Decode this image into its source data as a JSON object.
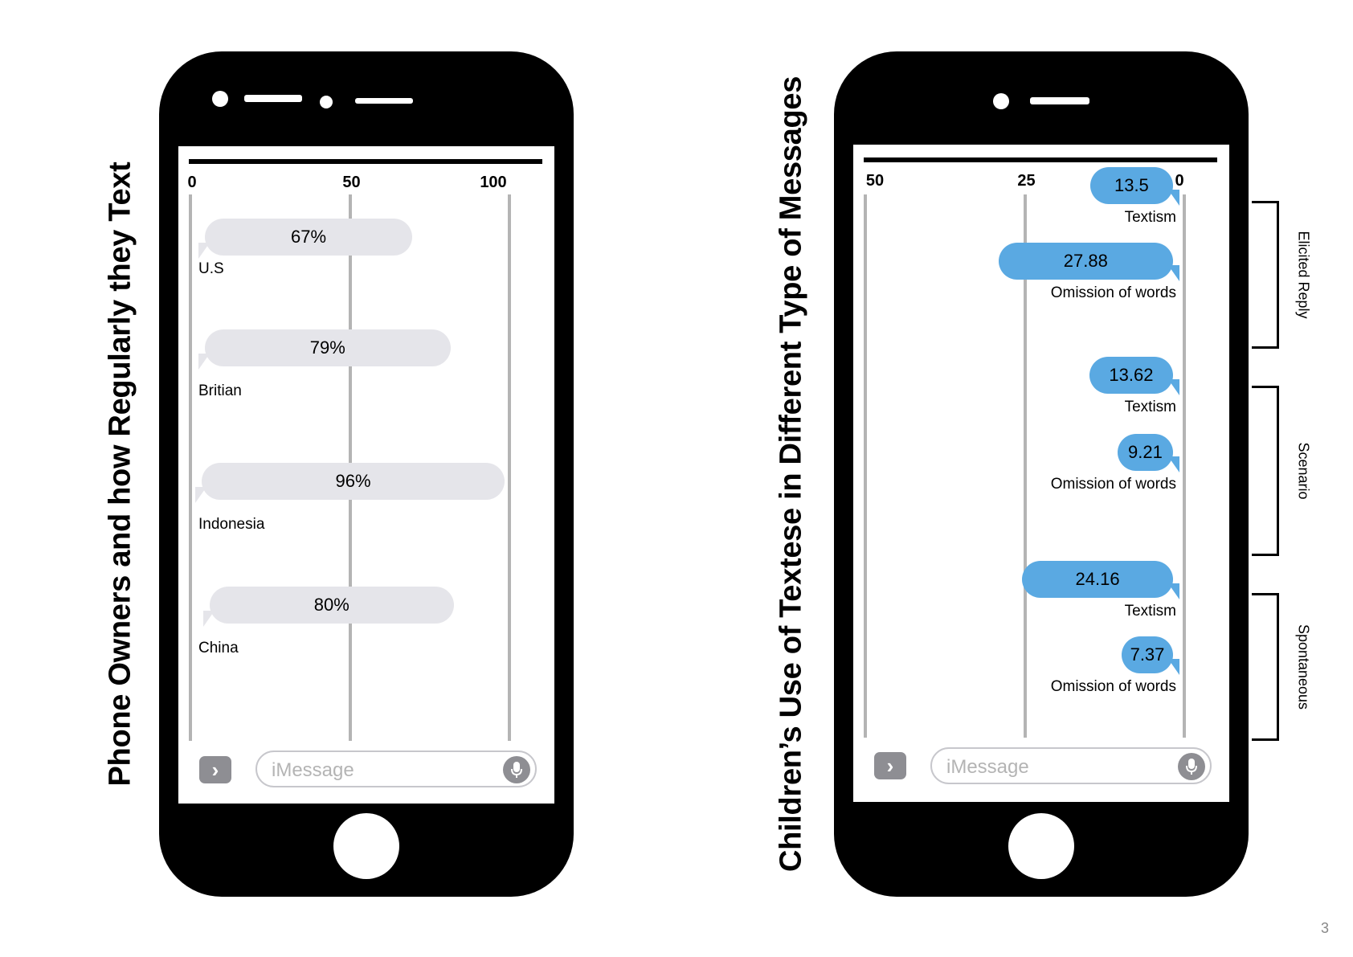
{
  "chart_data": [
    {
      "type": "bar",
      "title": "Phone Owners and how Regularly they Text",
      "xlim": [
        0,
        100
      ],
      "ticks": [
        "0",
        "50",
        "100"
      ],
      "categories": [
        "U.S",
        "Britian",
        "Indonesia",
        "China"
      ],
      "values": [
        67,
        79,
        96,
        80
      ],
      "value_labels": [
        "67%",
        "79%",
        "96%",
        "80%"
      ]
    },
    {
      "type": "bar",
      "title": "Children’s Use of Textese in Different Type of Messages",
      "xlim": [
        50,
        0
      ],
      "ticks": [
        "50",
        "25",
        "0"
      ],
      "groups": [
        "Elicited Reply",
        "Scenario",
        "Spontaneous"
      ],
      "categories": [
        "Textism",
        "Omission of words",
        "Textism",
        "Omission of words",
        "Textism",
        "Omission of words"
      ],
      "values": [
        13.5,
        27.88,
        13.62,
        9.21,
        24.16,
        7.37
      ],
      "value_labels": [
        "13.5",
        "27.88",
        "13.62",
        "9.21",
        "24.16",
        "7.37"
      ]
    }
  ],
  "ui": {
    "input_placeholder": "iMessage",
    "send_chevron": "›",
    "page_number": "3"
  },
  "colors": {
    "gray_bubble": "#e5e5ea",
    "blue_bubble": "#5aa9e2",
    "phone_body": "#000000"
  }
}
